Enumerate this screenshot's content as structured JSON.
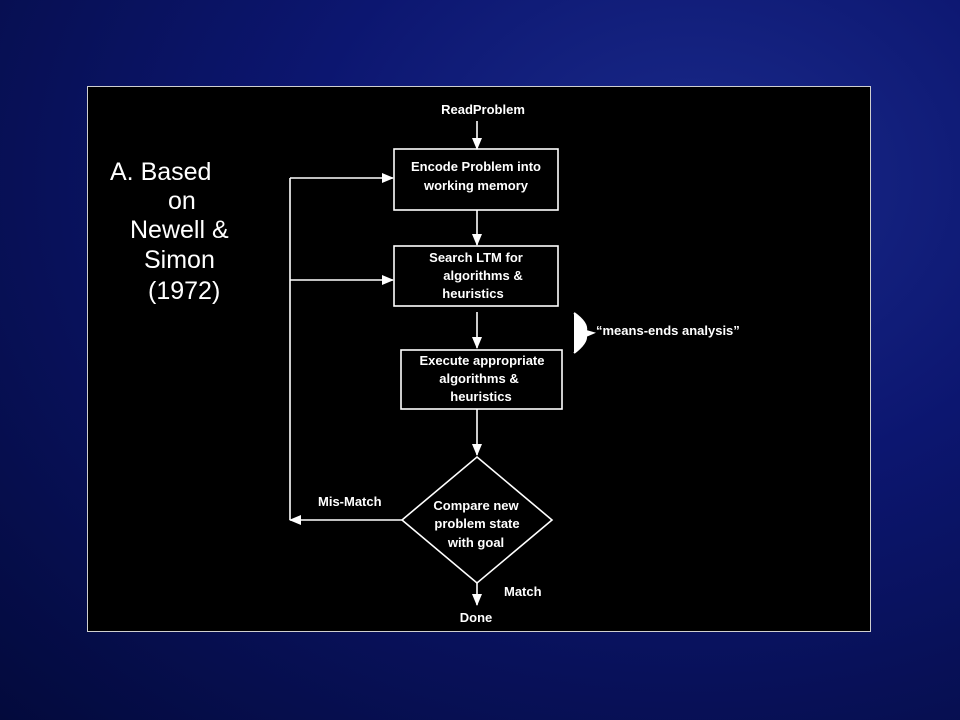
{
  "colors": {
    "background": "#0c1670",
    "panel": "#000000",
    "ink": "#ffffff"
  },
  "title": {
    "lines": [
      "A.  Based",
      "on",
      "Newell &",
      "Simon",
      "(1972)"
    ]
  },
  "flowchart": {
    "start_label": "ReadProblem",
    "steps": [
      {
        "lines": [
          "Encode Problem into",
          "working memory"
        ]
      },
      {
        "lines": [
          "Search LTM for",
          "algorithms &",
          "heuristics"
        ]
      },
      {
        "lines": [
          "Execute appropriate",
          "algorithms &",
          "heuristics"
        ]
      }
    ],
    "decision": {
      "lines": [
        "Compare new",
        "problem state",
        "with goal"
      ]
    },
    "mismatch_label": "Mis-Match",
    "match_label": "Match",
    "end_label": "Done",
    "bracket_note": "“means-ends analysis”"
  }
}
